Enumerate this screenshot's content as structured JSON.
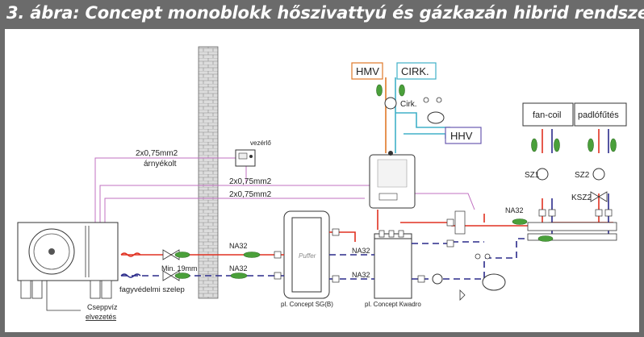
{
  "title": "3. ábra: Concept monoblokk hőszivattyú és gázkazán hibrid rendszer",
  "colors": {
    "flow": "#e03020",
    "return": "#2a2a8a",
    "hot_water": "#e07828",
    "cold_water": "#40b0c8",
    "control_cable": "#c070c0",
    "insulation": "#4aa03a",
    "wall": "#d0d0d0"
  },
  "labels": {
    "hmv": "HMV",
    "cirk": "CIRK.",
    "cirk_pump": "Cirk.",
    "hhv": "HHV",
    "controller": "vezérlő",
    "cable_outdoor": "2x0,75mm2",
    "cable_outdoor_sub": "árnyékolt",
    "cable_1": "2x0,75mm2",
    "cable_2": "2x0,75mm2",
    "fan_coil": "fan-coil",
    "floor_heating": "padlófűtés",
    "sz1": "SZ1",
    "sz2": "SZ2",
    "ksz2": "KSZ2",
    "na32_1": "NA32",
    "na32_2": "NA32",
    "na32_3": "NA32",
    "na32_4": "NA32",
    "na32_5": "NA32",
    "min_pipe": "Min. 19mm",
    "frost_valve": "fagyvédelmi  szelep",
    "condensate_1": "Cseppvíz",
    "condensate_2": "elvezetés",
    "buffer": "Puffer",
    "buffer_caption": "pl. Concept SG(B)",
    "kwadro_caption": "pl. Concept Kwadro"
  },
  "icons": [
    "fan-icon",
    "thermometer-icon",
    "pump-icon",
    "expansion-vessel-icon",
    "valve-icon",
    "controller-icon",
    "boiler-icon"
  ]
}
